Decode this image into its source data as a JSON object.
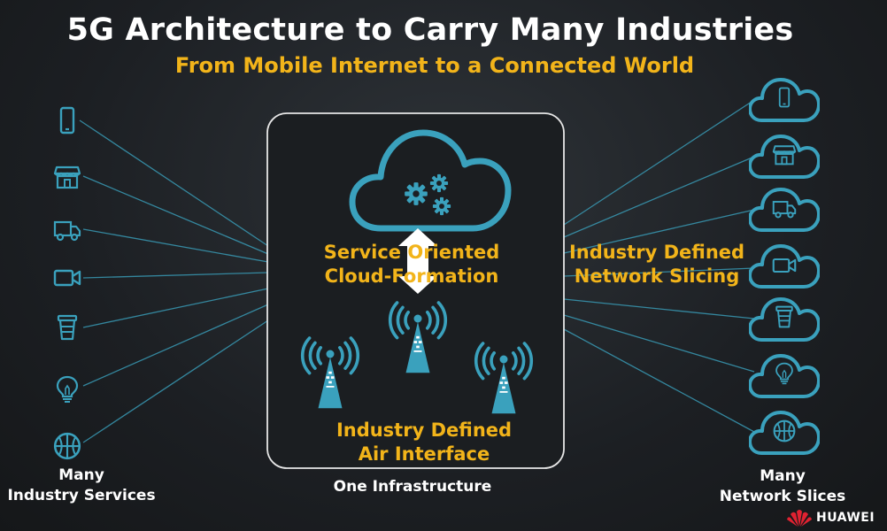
{
  "title": "5G Architecture to Carry Many Industries",
  "subtitle": "From Mobile Internet to a Connected World",
  "center": {
    "cloud_label_line1": "Service Oriented",
    "cloud_label_line2": "Cloud-Formation",
    "air_label_line1": "Industry Defined",
    "air_label_line2": "Air Interface",
    "infrastructure_label": "One Infrastructure"
  },
  "right_center": {
    "line1": "Industry Defined",
    "line2": "Network Slicing"
  },
  "left": {
    "label_line1": "Many",
    "label_line2": "Industry Services",
    "icons": [
      "phone-icon",
      "store-icon",
      "truck-icon",
      "video-camera-icon",
      "cup-icon",
      "lightbulb-icon",
      "basketball-icon"
    ]
  },
  "right": {
    "label_line1": "Many",
    "label_line2": "Network Slices",
    "icons": [
      "phone-icon",
      "store-icon",
      "truck-icon",
      "video-camera-icon",
      "cup-icon",
      "lightbulb-icon",
      "basketball-icon"
    ]
  },
  "brand": {
    "name": "HUAWEI"
  },
  "colors": {
    "accent_blue": "#3aa1bd",
    "accent_yellow": "#f2b41a",
    "background": "#1c1f23",
    "brand_red": "#e02231"
  }
}
